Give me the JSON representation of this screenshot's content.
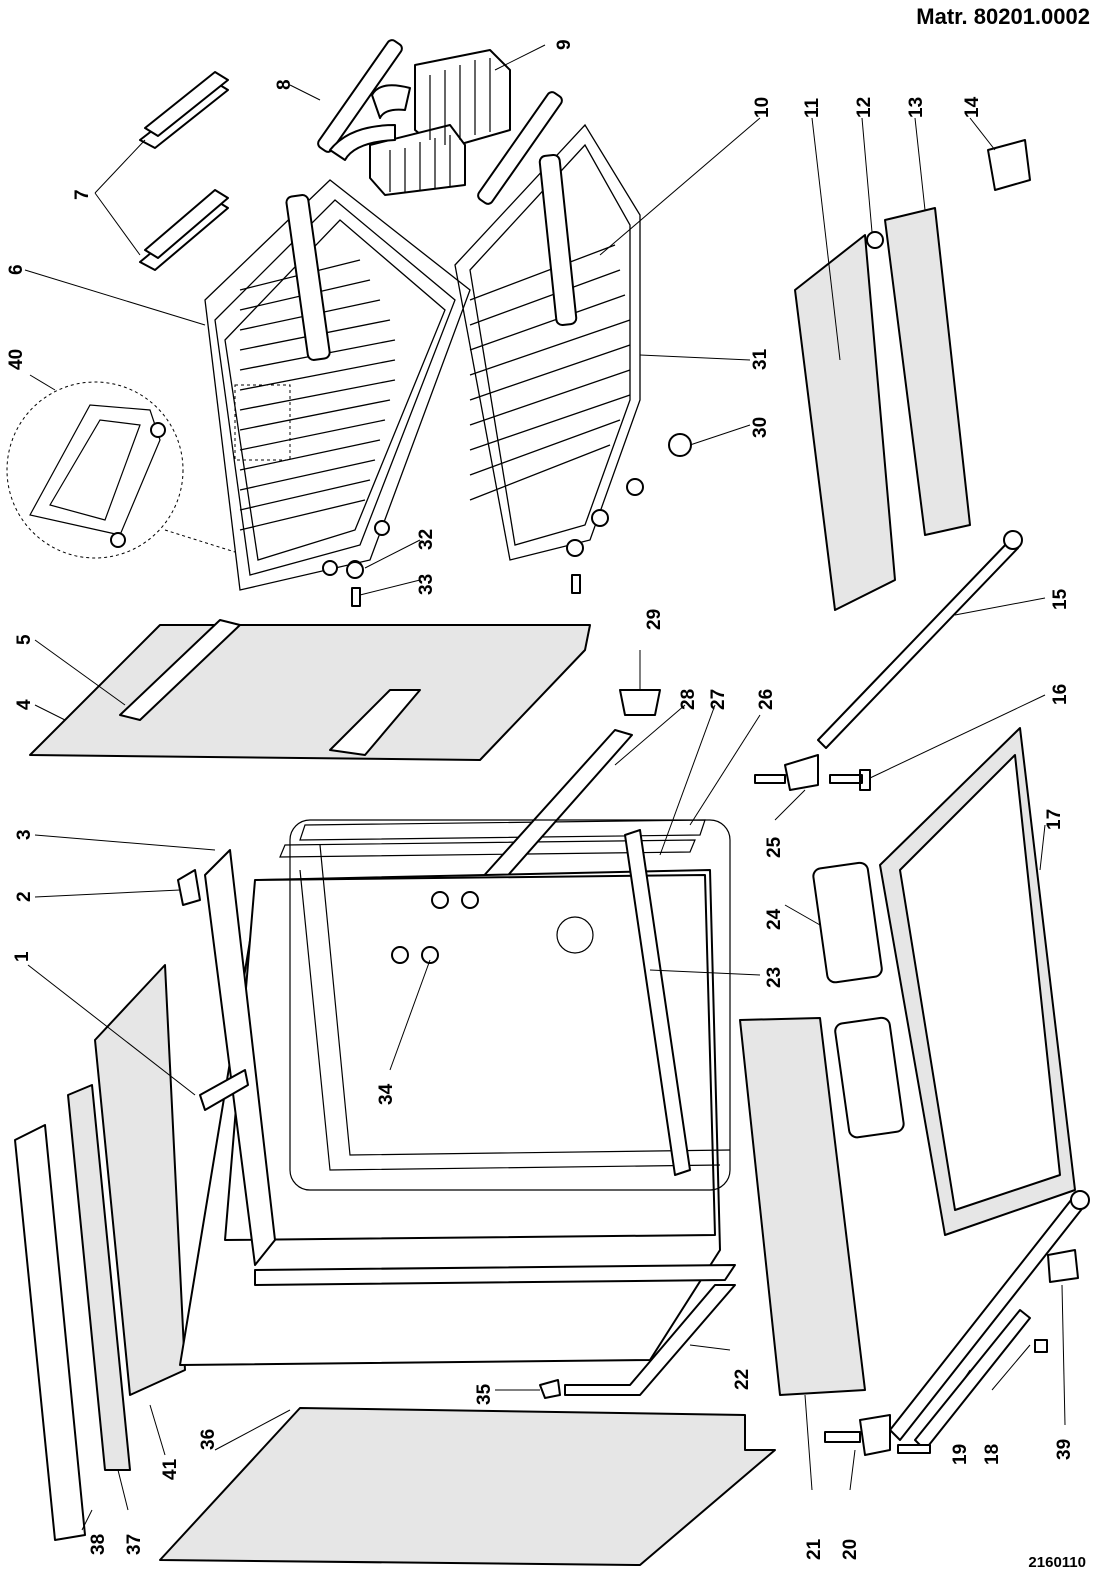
{
  "header": {
    "title": "Matr. 80201.0002",
    "drawing_code": "2160110"
  },
  "callouts": [
    "1",
    "2",
    "3",
    "4",
    "5",
    "6",
    "7",
    "8",
    "9",
    "10",
    "11",
    "12",
    "13",
    "14",
    "15",
    "16",
    "17",
    "18",
    "19",
    "20",
    "21",
    "22",
    "23",
    "24",
    "25",
    "26",
    "27",
    "28",
    "29",
    "30",
    "31",
    "32",
    "33",
    "34",
    "35",
    "36",
    "37",
    "38",
    "39",
    "40",
    "41"
  ],
  "colors": {
    "ink": "#000000",
    "paper": "#ffffff",
    "fill_light": "#e6e6e6"
  }
}
